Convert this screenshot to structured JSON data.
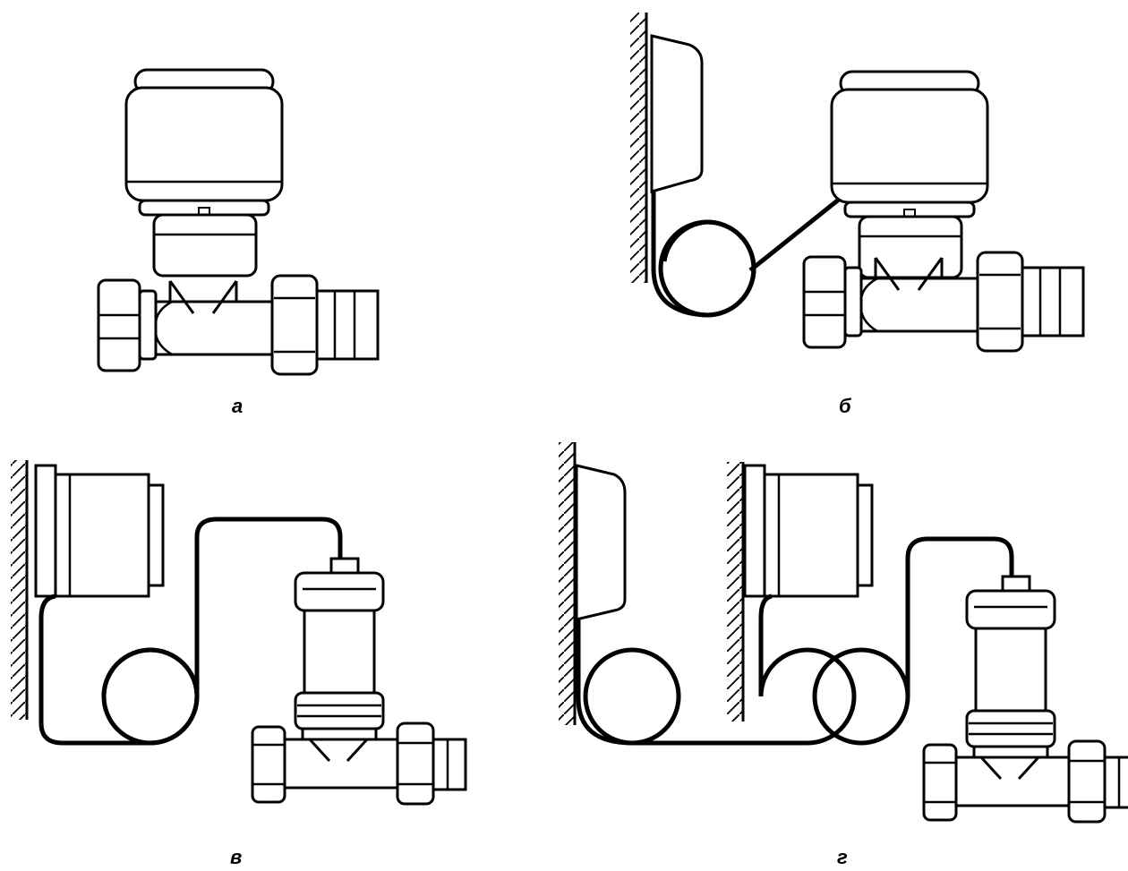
{
  "labels": {
    "a": "а",
    "b": "б",
    "v": "в",
    "g": "г"
  },
  "colors": {
    "ink": "#000000",
    "paper": "#ffffff"
  }
}
